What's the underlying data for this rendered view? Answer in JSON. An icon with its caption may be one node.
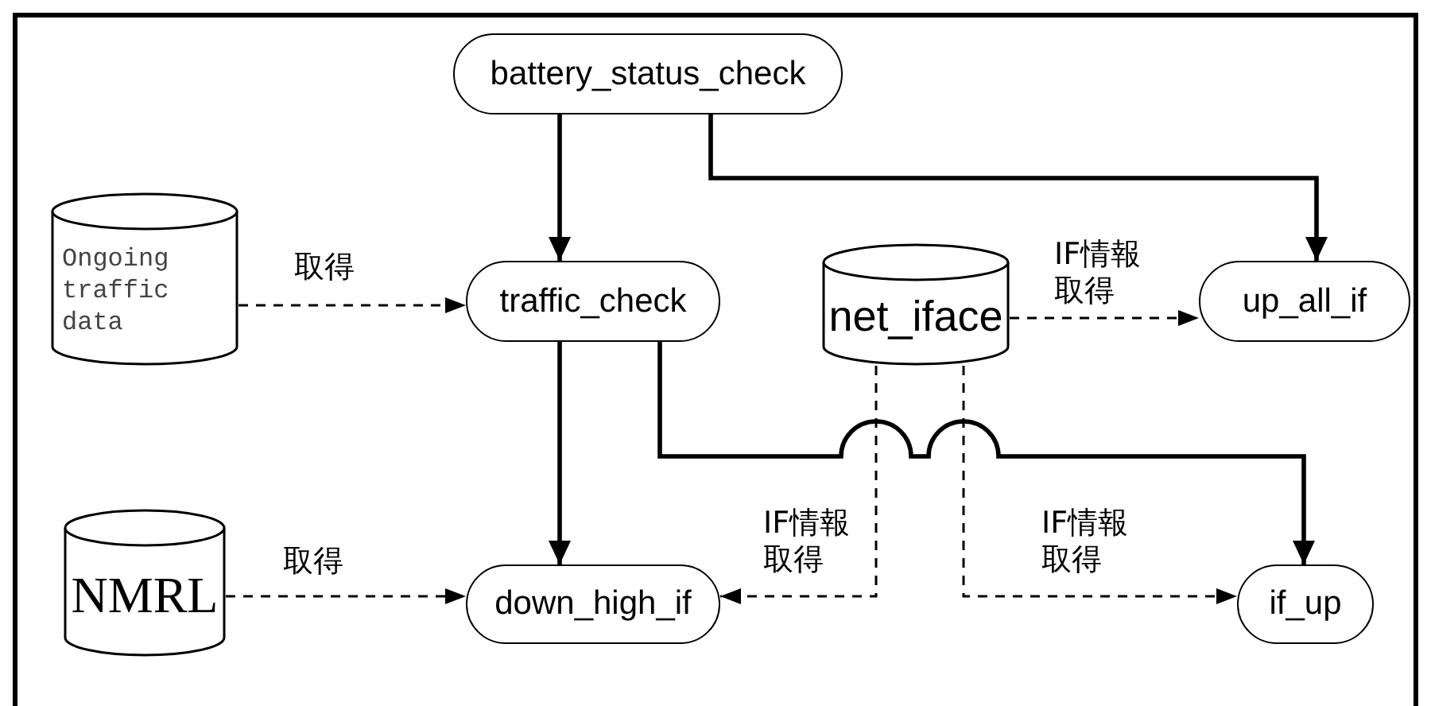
{
  "diagram": {
    "nodes": [
      {
        "text": [
          "battery_status_check"
        ]
      },
      {
        "text": [
          "Ongoing traffic data"
        ]
      },
      {
        "text": [
          "traffic_check"
        ]
      },
      {
        "text": [
          "net_iface"
        ]
      },
      {
        "text": [
          "up_all_if"
        ]
      },
      {
        "text": [
          "NMRL"
        ]
      },
      {
        "text": [
          "down_high_if"
        ]
      },
      {
        "text": [
          "if_up"
        ]
      }
    ],
    "edges": [
      {
        "from": 0,
        "to": 2,
        "arrow": "to"
      },
      {
        "from": 0,
        "to": 4,
        "arrow": "to"
      },
      {
        "from": 1,
        "to": 2,
        "arrow": "to",
        "style": "dashed",
        "label": "取得"
      },
      {
        "from": 3,
        "to": 4,
        "arrow": "to",
        "style": "dashed",
        "label": "IF情報取得"
      },
      {
        "from": 2,
        "to": 6,
        "arrow": "to"
      },
      {
        "from": 2,
        "to": 7,
        "arrow": "to"
      },
      {
        "from": 5,
        "to": 6,
        "arrow": "to",
        "style": "dashed",
        "label": "取得"
      },
      {
        "from": 3,
        "to": 6,
        "arrow": "to",
        "style": "dashed",
        "label": "IF情報取得"
      },
      {
        "from": 3,
        "to": 7,
        "arrow": "to",
        "style": "dashed",
        "label": "IF情報取得"
      }
    ]
  }
}
